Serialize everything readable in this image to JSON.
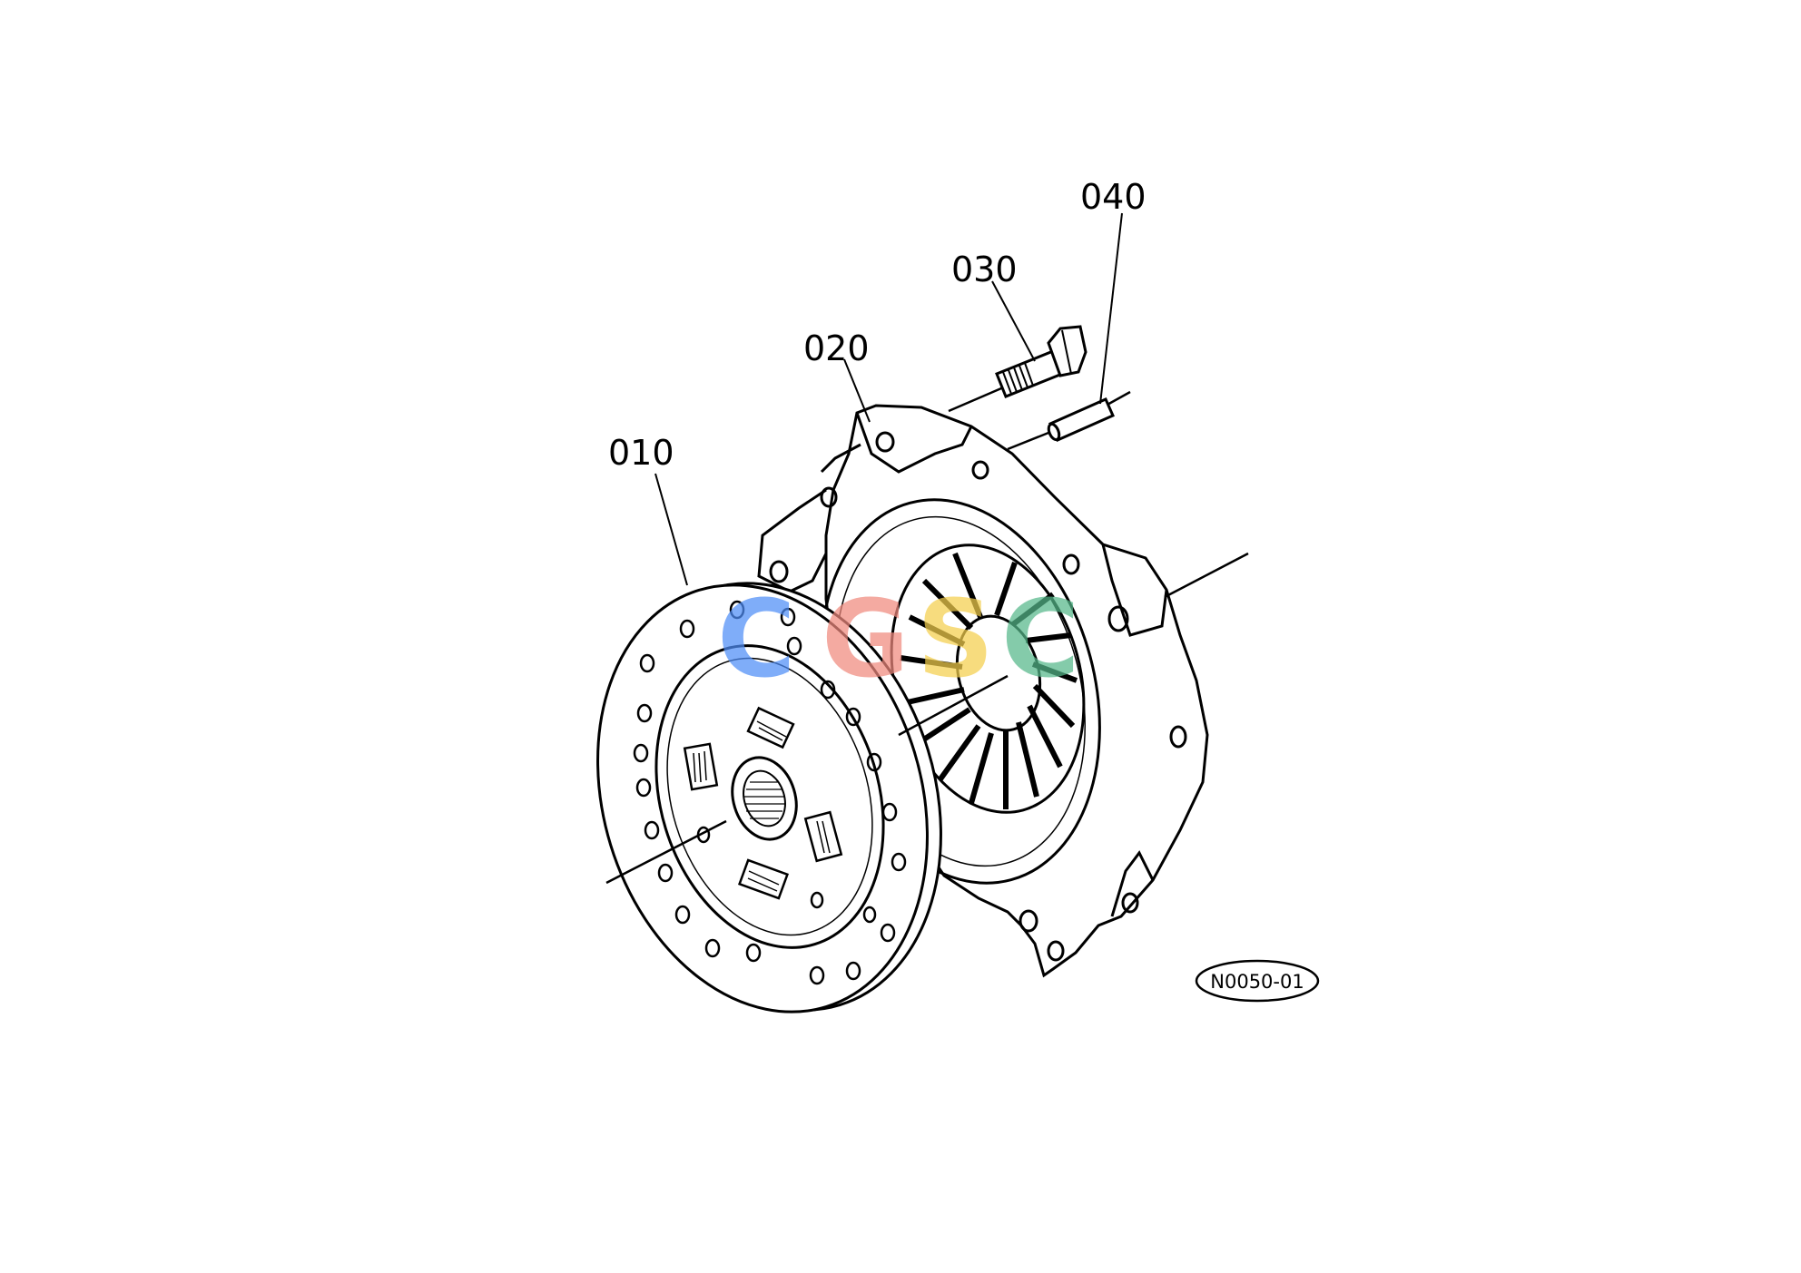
{
  "callouts": [
    {
      "id": "010",
      "label": "010"
    },
    {
      "id": "020",
      "label": "020"
    },
    {
      "id": "030",
      "label": "030"
    },
    {
      "id": "040",
      "label": "040"
    }
  ],
  "figure_code": "N0050-01",
  "watermark": {
    "letters": [
      "C",
      "G",
      "S",
      "C"
    ],
    "colors": [
      "#4f8ef7",
      "#f08a7e",
      "#f4cf4d",
      "#55b88a"
    ]
  }
}
